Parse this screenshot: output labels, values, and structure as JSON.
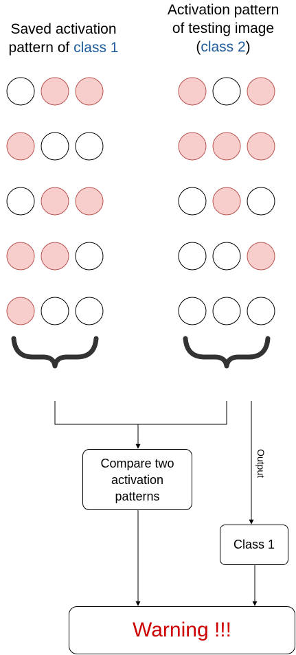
{
  "left_title": {
    "line1": "Saved activation",
    "line2_prefix": "pattern of ",
    "class_name": "class 1"
  },
  "right_title": {
    "line1": "Activation pattern",
    "line2": "of testing image",
    "paren_open": "(",
    "class_name": "class 2",
    "paren_close": ")"
  },
  "saved_pattern_class1": [
    [
      false,
      true,
      true
    ],
    [
      true,
      false,
      false
    ],
    [
      false,
      true,
      true
    ],
    [
      true,
      true,
      false
    ],
    [
      true,
      false,
      false
    ]
  ],
  "testing_pattern_class2": [
    [
      true,
      false,
      true
    ],
    [
      true,
      true,
      true
    ],
    [
      false,
      true,
      false
    ],
    [
      false,
      false,
      true
    ],
    [
      false,
      false,
      false
    ]
  ],
  "compare_box": {
    "line1": "Compare two",
    "line2": "activation",
    "line3": "patterns"
  },
  "output_label": "Output",
  "class_box_label": "Class 1",
  "warning_label": "Warning !!!",
  "colors": {
    "active_fill": "#f8cecc",
    "active_stroke": "#b85450",
    "inactive_fill": "#ffffff",
    "inactive_stroke": "#000000",
    "class_text": "#1f5c99",
    "warning_text": "#cc0000",
    "brace": "#333333"
  }
}
